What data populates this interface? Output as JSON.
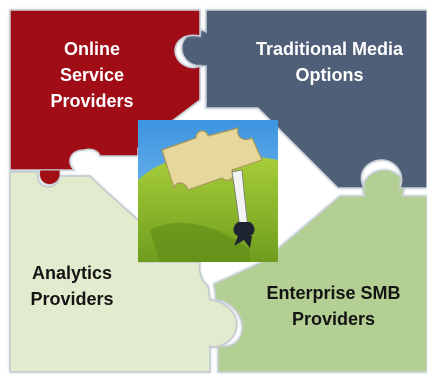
{
  "pieces": [
    {
      "id": "online",
      "lines": [
        "Online",
        "Service",
        "Providers"
      ],
      "color": "#a10f12"
    },
    {
      "id": "traditional",
      "lines": [
        "Traditional Media",
        "Options"
      ],
      "color": "#4f5f78"
    },
    {
      "id": "analytics",
      "lines": [
        "Analytics",
        "Providers"
      ],
      "color": "#e2ebcd"
    },
    {
      "id": "enterprise",
      "lines": [
        "Enterprise SMB",
        "Providers"
      ],
      "color": "#b3cf93"
    }
  ],
  "center_image": {
    "icon": "hand-holding-puzzle-piece-icon"
  }
}
